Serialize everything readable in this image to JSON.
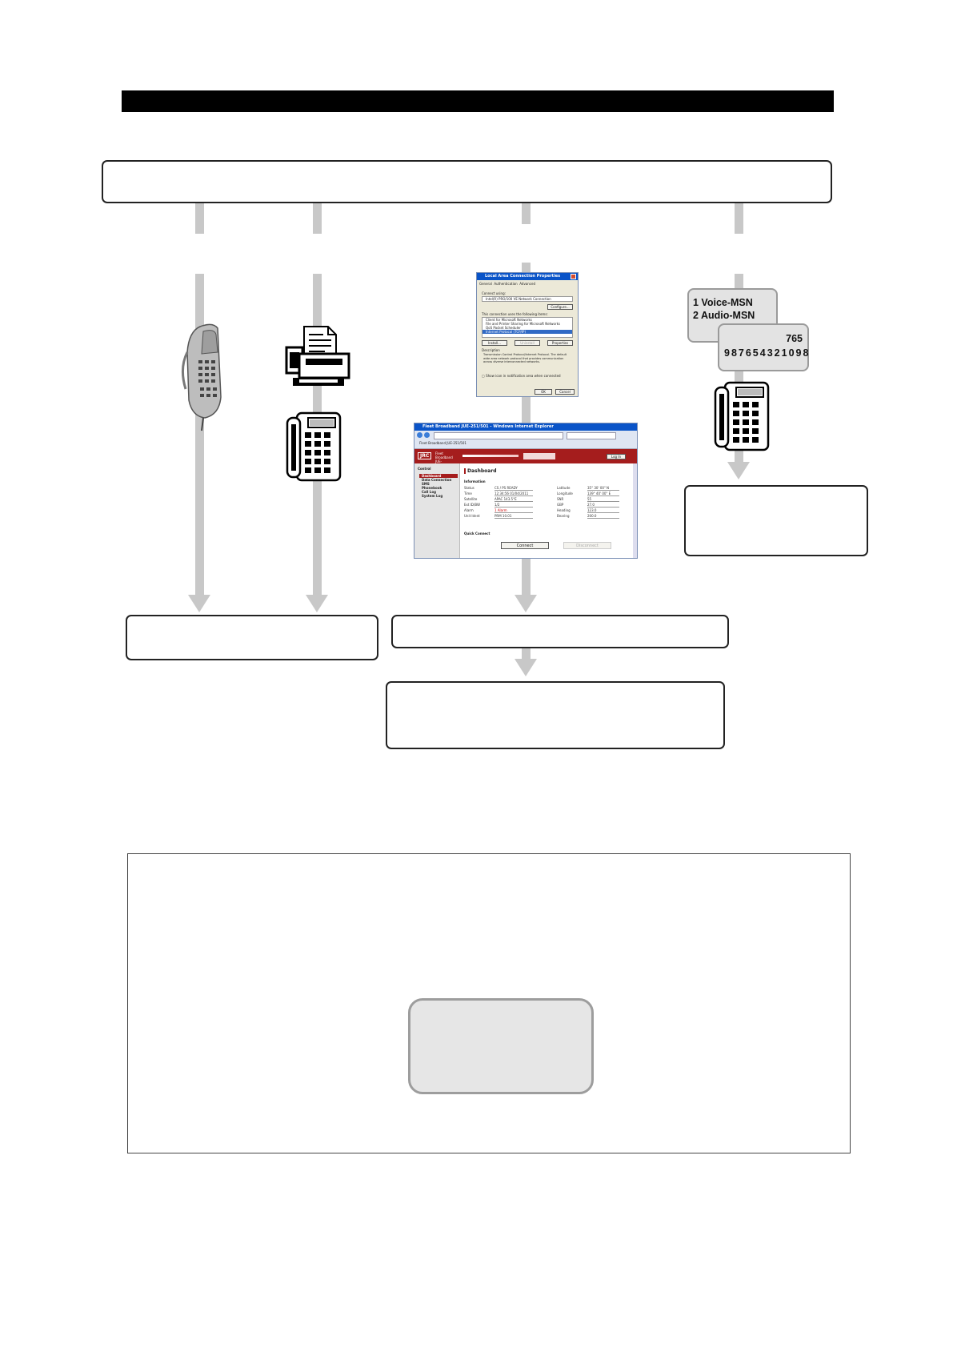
{
  "diagram": {
    "header_bar_text": "",
    "top_box_text": "",
    "left_bottom_box_text": "",
    "middle_box_text": "",
    "lower_box_text": "",
    "right_box_text": "",
    "frame_box_text": "",
    "callout_text": ""
  },
  "msn_card": {
    "line1": "1  Voice-MSN",
    "line2": "2  Audio-MSN"
  },
  "number_card": {
    "short_number": "765",
    "long_number": "987654321098"
  },
  "lan_dialog": {
    "title": "Local Area Connection Properties",
    "tabs": [
      "General",
      "Authentication",
      "Advanced"
    ],
    "connect_using_label": "Connect using:",
    "adapter": "Intel(R) PRO/100 VE Network Connection",
    "configure_button": "Configure...",
    "items_label": "This connection uses the following items:",
    "items": [
      "Client for Microsoft Networks",
      "File and Printer Sharing for Microsoft Networks",
      "QoS Packet Scheduler",
      "Internet Protocol (TCP/IP)"
    ],
    "install_button": "Install...",
    "uninstall_button": "Uninstall",
    "properties_button": "Properties",
    "description_label": "Description",
    "description": "Transmission Control Protocol/Internet Protocol. The default wide area network protocol that provides communication across diverse interconnected networks.",
    "show_icon_label": "Show icon in notification area when connected",
    "ok_button": "OK",
    "cancel_button": "Cancel"
  },
  "browser": {
    "title": "Fleet Broadband JUE-251/501 - Windows Internet Explorer",
    "tab_label": "Fleet Broadband JUE-251/501",
    "brand": "JRC",
    "product": "Fleet Broadband JUE-251/501",
    "login_button": "Log In",
    "nav_header": "Control",
    "nav_items": [
      "Dashboard",
      "Data Connection",
      "SMS",
      "Phonebook",
      "Call Log",
      "System Log"
    ],
    "page_title": "Dashboard",
    "section_info": "Information",
    "left_labels": [
      "Status",
      "Time",
      "Satellite",
      "Ext ID/BW",
      "Alarm",
      "Unit Ident"
    ],
    "left_values": [
      "CS / PS READY",
      "12:34:56 01/04/2011",
      "APAC 143.5°E",
      "1/2",
      "1 Alarm",
      "PRM 10.01"
    ],
    "right_labels": [
      "Latitude",
      "Longitude",
      "SNR",
      "GBP",
      "Heading",
      "Bearing"
    ],
    "right_values": [
      "35° 30' 00\" N",
      "139° 40' 00\" E",
      "55",
      "27.0",
      "123.0",
      "200.0"
    ],
    "quick_connect": "Quick Connect",
    "connect_button": "Connect",
    "disconnect_button": "Disconnect"
  },
  "colors": {
    "flow_arrow": "#c8c8c8",
    "jrc_red": "#a51d1d",
    "xp_blue": "#0a54c8"
  }
}
